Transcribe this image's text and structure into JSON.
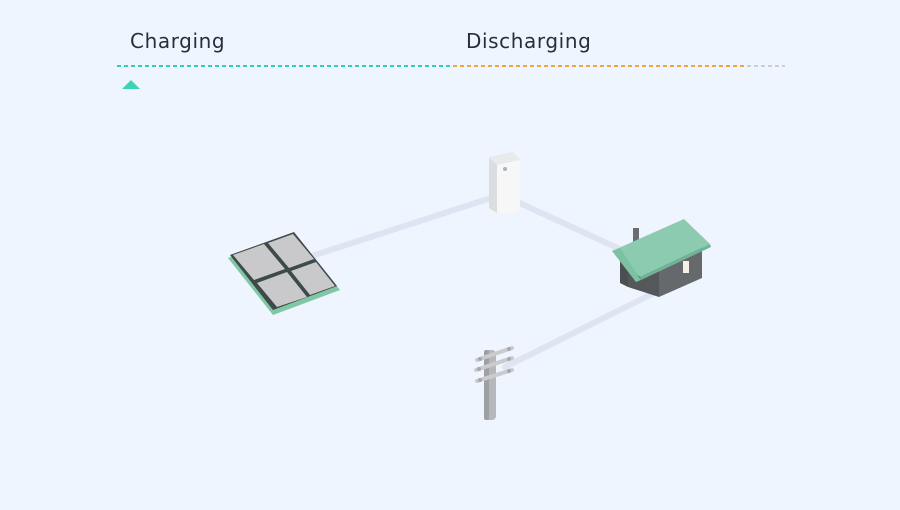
{
  "tabs": {
    "charging": {
      "label": "Charging",
      "color": "#2fd0b5"
    },
    "discharging": {
      "label": "Discharging",
      "color": "#f2a53b"
    }
  },
  "progress": {
    "active_tab": "charging"
  },
  "palette": {
    "background": "#eff5fe",
    "connector": "#dfe4f2",
    "roof": "#8ccbb0",
    "house_wall": "#5c5f62",
    "panel_cell": "#c9c9cc",
    "panel_frame": "#7fc7a5"
  },
  "scene": {
    "nodes": [
      {
        "id": "solar-panel",
        "icon": "solar-panel-icon"
      },
      {
        "id": "battery",
        "icon": "home-battery-icon"
      },
      {
        "id": "house",
        "icon": "house-icon"
      },
      {
        "id": "utility-pole",
        "icon": "utility-pole-icon"
      }
    ],
    "connections": [
      {
        "from": "solar-panel",
        "to": "battery"
      },
      {
        "from": "battery",
        "to": "house"
      },
      {
        "from": "house",
        "to": "utility-pole"
      }
    ]
  }
}
